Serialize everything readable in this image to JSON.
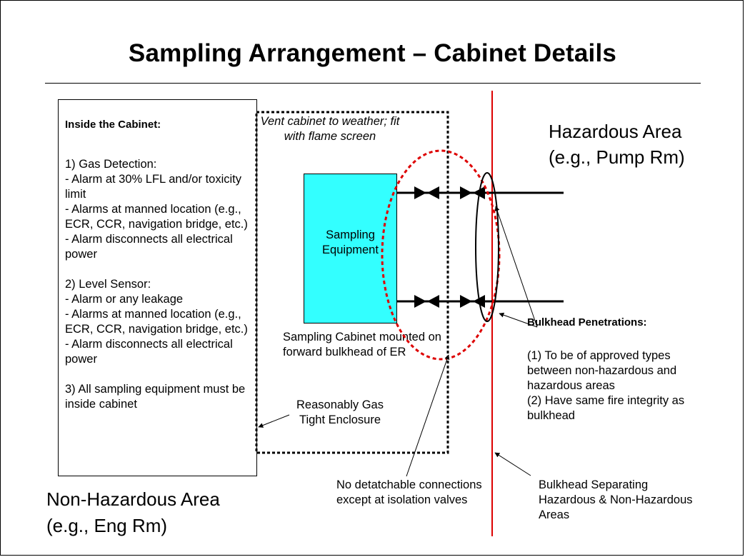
{
  "title": "Sampling Arrangement – Cabinet Details",
  "cabinet_notes": {
    "heading": "Inside the Cabinet:",
    "body": "1) Gas Detection:\n- Alarm at 30% LFL and/or toxicity limit\n- Alarms at manned location (e.g., ECR, CCR, navigation bridge, etc.)\n- Alarm disconnects all electrical power\n\n2) Level Sensor:\n- Alarm or any leakage\n- Alarms at manned location (e.g., ECR, CCR, navigation bridge, etc.)\n- Alarm disconnects all electrical power\n\n3) All sampling equipment must be inside cabinet"
  },
  "hazardous_area": {
    "line1": "Hazardous Area",
    "line2": "(e.g., Pump Rm)"
  },
  "non_hazardous_area": {
    "line1": "Non-Hazardous Area",
    "line2": "(e.g., Eng Rm)"
  },
  "vent_note": "Vent cabinet to weather; fit with flame screen",
  "equipment_label": "Sampling Equipment",
  "cabinet_caption": "Sampling Cabinet mounted on forward bulkhead of ER",
  "enclosure_label": "Reasonably Gas Tight Enclosure",
  "detachable_note": "No detatchable connections except at isolation valves",
  "penetrations": {
    "title": "Bulkhead Penetrations:",
    "body": "(1) To be of approved types between non-hazardous and hazardous areas\n(2) Have same fire integrity as bulkhead"
  },
  "bulkhead_note": "Bulkhead Separating Hazardous & Non-Hazardous Areas",
  "colors": {
    "equipment_fill": "#33ffff",
    "bulkhead_line": "#dd0000",
    "isolation_ellipse": "#dd0000",
    "pipes": "#000000"
  }
}
